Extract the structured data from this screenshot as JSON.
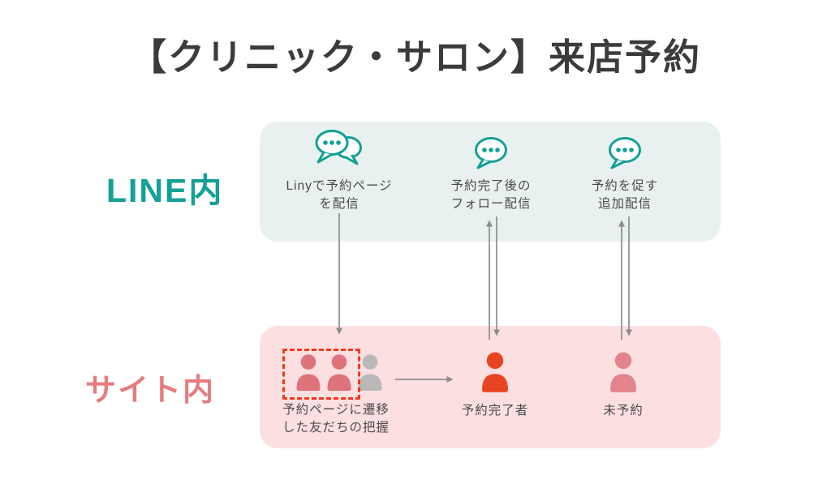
{
  "title": "【クリニック・サロン】来店予約",
  "lanes": {
    "line": {
      "label": "LINE内",
      "steps": [
        {
          "icon": "chat-bubbles-icon",
          "label": "Linyで予約ページ\nを配信"
        },
        {
          "icon": "chat-bubble-icon",
          "label": "予約完了後の\nフォロー配信"
        },
        {
          "icon": "chat-bubble-icon",
          "label": "予約を促す\n追加配信"
        }
      ]
    },
    "site": {
      "label": "サイト内",
      "steps": [
        {
          "icon": "friends-group-icon",
          "label": "予約ページに遷移\nした友だちの把握"
        },
        {
          "icon": "person-icon",
          "label": "予約完了者"
        },
        {
          "icon": "person-icon",
          "label": "未予約"
        }
      ]
    }
  },
  "colors": {
    "title_text": "#3b3b3b",
    "label_text": "#4b4b4b",
    "line_accent": "#14a096",
    "site_accent": "#e57c7d",
    "line_band_bg": "#e9f1f0",
    "site_band_bg": "#fcdfe1",
    "person_pink": "#de737b",
    "person_gray": "#b9b9b9",
    "person_red": "#e84424",
    "person_lightpink": "#e3838b",
    "highlight_dash": "#f23a1d",
    "arrow": "#8d8d8d"
  }
}
